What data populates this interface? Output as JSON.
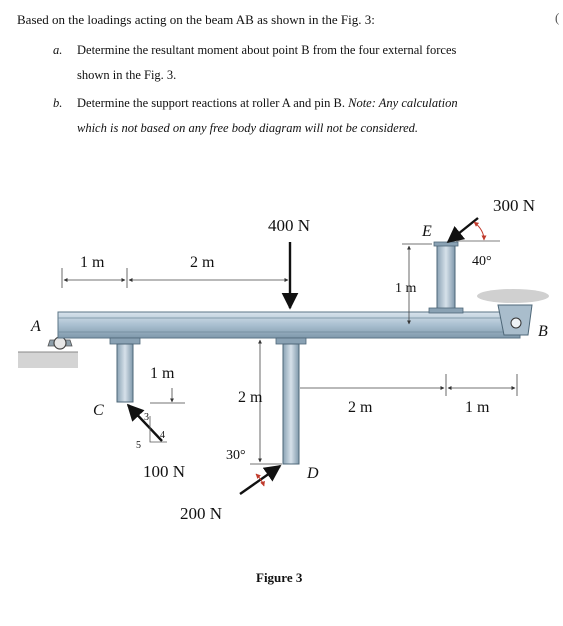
{
  "intro": "Based on the loadings acting on the beam AB as shown in the Fig. 3:",
  "edge_char": "(",
  "questions": [
    {
      "marker": "a.",
      "line1": "Determine the resultant moment about point B from the four external forces",
      "line2": "shown in the Fig. 3."
    },
    {
      "marker": "b.",
      "line1_plain": "Determine the support reactions at roller A and pin B.",
      "line1_note": "Note: Any calculation",
      "line2_note": "which is not based on any free body diagram will not be considered."
    }
  ],
  "figure": {
    "caption": "Figure 3",
    "points": {
      "A": "A",
      "B": "B",
      "C": "C",
      "D": "D",
      "E": "E"
    },
    "forces": {
      "f300": "300 N",
      "f400": "400 N",
      "f100": "100 N",
      "f200": "200 N"
    },
    "angles": {
      "a40": "40°",
      "a30": "30°"
    },
    "slope": {
      "s3": "3",
      "s4": "4",
      "s5": "5"
    },
    "dims": {
      "d_1m_left": "1 m",
      "d_2m_top": "2 m",
      "d_1m_E": "1 m",
      "d_1m_C": "1 m",
      "d_2m_D": "2 m",
      "d_2m_mid": "2 m",
      "d_1m_right": "1 m"
    },
    "colors": {
      "beam": "#b3c7d6",
      "beam_edge": "#5b7486",
      "arrow": "#111111",
      "angle_arc": "#c0392b",
      "ground": "#cfcfcf"
    }
  }
}
